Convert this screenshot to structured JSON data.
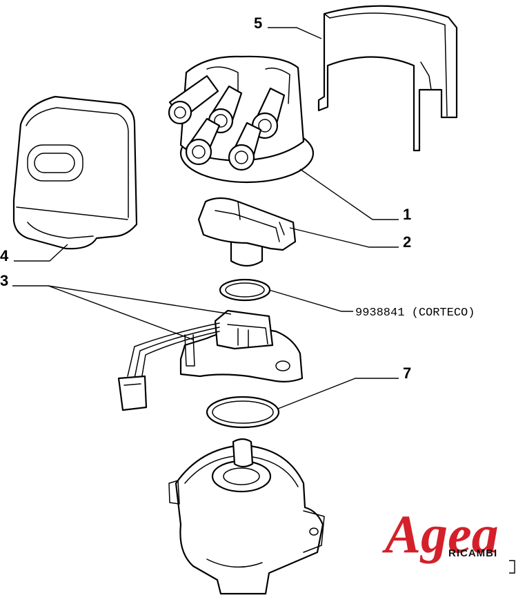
{
  "callouts": {
    "c1": "1",
    "c2": "2",
    "c3": "3",
    "c4": "4",
    "c5": "5",
    "c7": "7",
    "seal_code": "9938841 (CORTECO)"
  },
  "logo": {
    "brand": "Agea",
    "sub": "RICAMBI",
    "color": "#d4202a"
  }
}
